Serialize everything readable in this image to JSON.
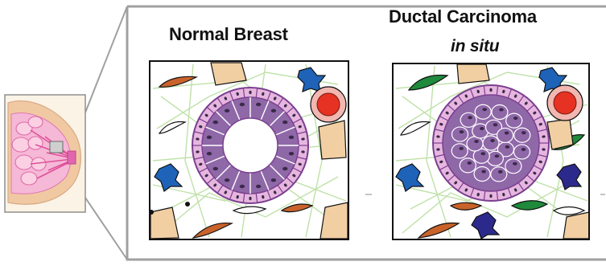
{
  "panels": {
    "normal": {
      "title": "Normal Breast"
    },
    "dcis": {
      "title": "Ductal Carcinoma",
      "subtitle": "in situ"
    }
  },
  "palette": {
    "tissue_pink": "#f7c9de",
    "duct_outline": "#7a3f8f",
    "myoepithelial": "#e6b6df",
    "luminal_cell": "#8f68a8",
    "nucleus": "#3a2a4a",
    "fibroblast_brown": "#c9632b",
    "fibroblast_green": "#1f8a3b",
    "immune_blue": "#1f63b8",
    "immune_navy": "#2b2a8c",
    "adipocyte_tan": "#f1cfa3",
    "blood_vessel_red": "#e63222",
    "collagen_green": "#b9dca2",
    "frame_gray": "#9a9a9a"
  },
  "icons": [
    "breast-anatomy-icon",
    "zoom-callout",
    "normal-duct",
    "dcis-duct",
    "blood-vessel-icon",
    "fibroblast-icon",
    "immune-cell-icon",
    "adipocyte-icon"
  ]
}
